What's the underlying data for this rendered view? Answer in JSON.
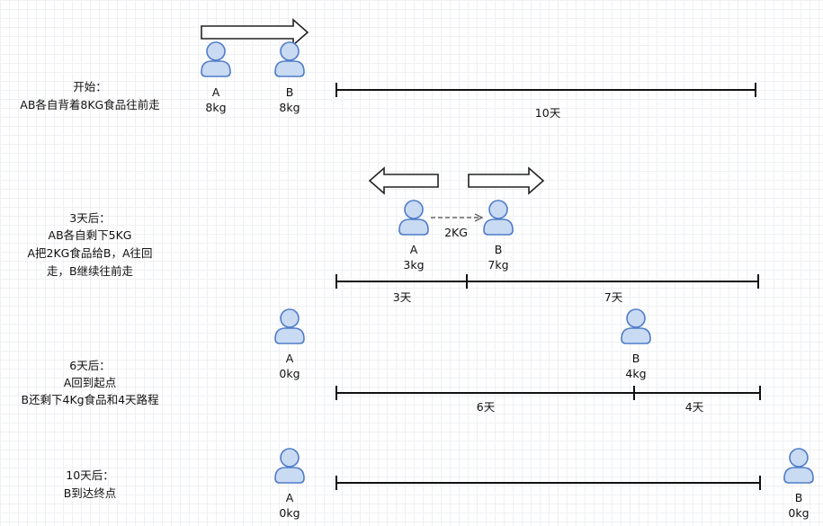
{
  "stages": [
    {
      "id": "start",
      "desc": [
        "开始：",
        "AB各自背着8KG食品往前走"
      ],
      "people": [
        {
          "name": "A",
          "food": "8kg"
        },
        {
          "name": "B",
          "food": "8kg"
        }
      ],
      "segments": [
        "10天"
      ]
    },
    {
      "id": "day3",
      "desc": [
        "3天后：",
        "AB各自剩下5KG",
        "A把2KG食品给B，A往回",
        "走，B继续往前走"
      ],
      "people": [
        {
          "name": "A",
          "food": "3kg"
        },
        {
          "name": "B",
          "food": "7kg"
        }
      ],
      "transfer": "2KG",
      "segments": [
        "3天",
        "7天"
      ]
    },
    {
      "id": "day6",
      "desc": [
        "6天后：",
        "A回到起点",
        "B还剩下4Kg食品和4天路程"
      ],
      "people": [
        {
          "name": "A",
          "food": "0kg"
        },
        {
          "name": "B",
          "food": "4kg"
        }
      ],
      "segments": [
        "6天",
        "4天"
      ]
    },
    {
      "id": "day10",
      "desc": [
        "10天后：",
        "B到达终点"
      ],
      "people": [
        {
          "name": "A",
          "food": "0kg"
        },
        {
          "name": "B",
          "food": "0kg"
        }
      ],
      "segments": []
    }
  ]
}
